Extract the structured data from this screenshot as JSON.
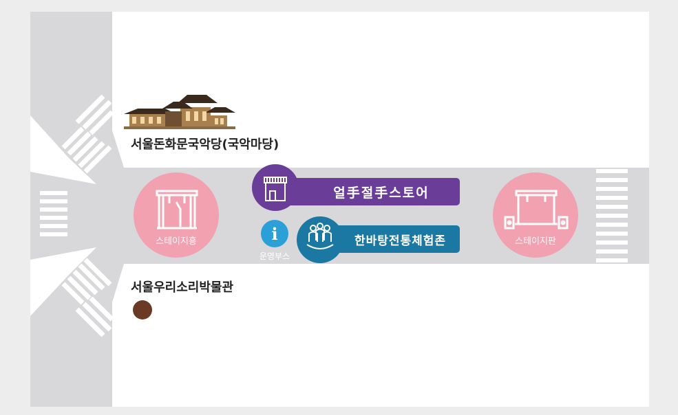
{
  "places": {
    "gugak_hall": "서울돈화문국악당(국악마당)",
    "museum": "서울우리소리박물관"
  },
  "booths": {
    "store": "얼手절手스토어",
    "experience": "한바탕전통체험존",
    "info_symbol": "i",
    "info_label": "운영부스"
  },
  "stages": {
    "left": "스테이지흥",
    "right": "스테이지판"
  },
  "colors": {
    "background": "#ededed",
    "map_bg": "#ffffff",
    "road": "#d8d8da",
    "stage_pink": "#f1a1b0",
    "store_purple": "#6a3d98",
    "experience_blue": "#1a78a3",
    "info_blue": "#2a9fd8",
    "museum_marker": "#6b3a24"
  }
}
